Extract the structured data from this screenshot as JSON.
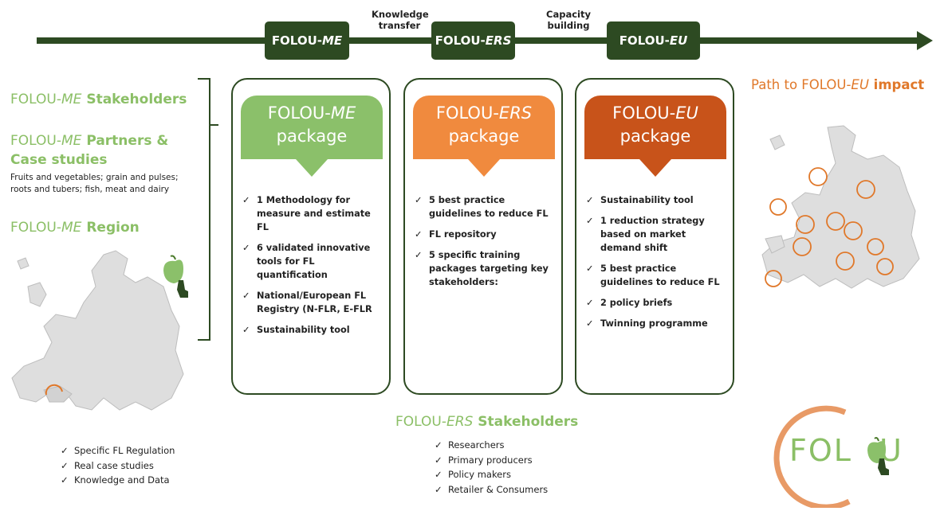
{
  "colors": {
    "dark_green": "#2d4a22",
    "me_green": "#8bc06a",
    "ers_orange": "#f08a3e",
    "eu_rust": "#c8531a",
    "accent_orange": "#e0782a"
  },
  "timeline": {
    "stages": [
      {
        "prefix": "FOLOU-",
        "suffix": "ME"
      },
      {
        "prefix": "FOLOU-",
        "suffix": "ERS"
      },
      {
        "prefix": "FOLOU-",
        "suffix": "EU"
      }
    ],
    "transitions": [
      {
        "line1": "Knowledge",
        "line2": "transfer"
      },
      {
        "line1": "Capacity",
        "line2": "building"
      }
    ]
  },
  "left_panel": {
    "stakeholders": {
      "prefix": "FOLOU-",
      "italic": "ME",
      "rest": " Stakeholders"
    },
    "partners": {
      "prefix": "FOLOU-",
      "italic": "ME",
      "rest": " Partners &",
      "line2": "Case studies"
    },
    "partners_detail_1": "Fruits and vegetables; grain and pulses;",
    "partners_detail_2": "roots and tubers; fish, meat and dairy",
    "region": {
      "prefix": "FOLOU-",
      "italic": "ME",
      "rest": " Region"
    },
    "region_items": [
      "Specific FL Regulation",
      "Real case studies",
      "Knowledge and Data"
    ]
  },
  "packages": [
    {
      "title_prefix": "FOLOU-",
      "title_italic": "ME",
      "subtitle": "package",
      "items": [
        "1 Methodology for measure and estimate FL",
        "6 validated innovative tools for FL quantification",
        "National/European FL Registry (N-FLR, E-FLR",
        "Sustainability tool"
      ]
    },
    {
      "title_prefix": "FOLOU-",
      "title_italic": "ERS",
      "subtitle": "package",
      "items": [
        "5 best practice guidelines to reduce FL",
        "FL repository",
        "5 specific training packages targeting key stakeholders:"
      ]
    },
    {
      "title_prefix": "FOLOU-",
      "title_italic": "EU",
      "subtitle": "package",
      "items": [
        "Sustainability tool",
        "1 reduction strategy based on market demand shift",
        "5 best practice guidelines to reduce FL",
        "2 policy briefs",
        "Twinning programme"
      ]
    }
  ],
  "ers_stakeholders": {
    "prefix": "FOLOU-",
    "italic": "ERS",
    "rest": " Stakeholders",
    "items": [
      "Researchers",
      "Primary producers",
      "Policy makers",
      "Retailer & Consumers"
    ]
  },
  "right_panel": {
    "path_prefix": "Path to FOLOU-",
    "path_italic": "EU",
    "path_bold": " impact"
  },
  "logo": {
    "text_1": "FOL",
    "text_2": "U"
  },
  "tick": "✓"
}
